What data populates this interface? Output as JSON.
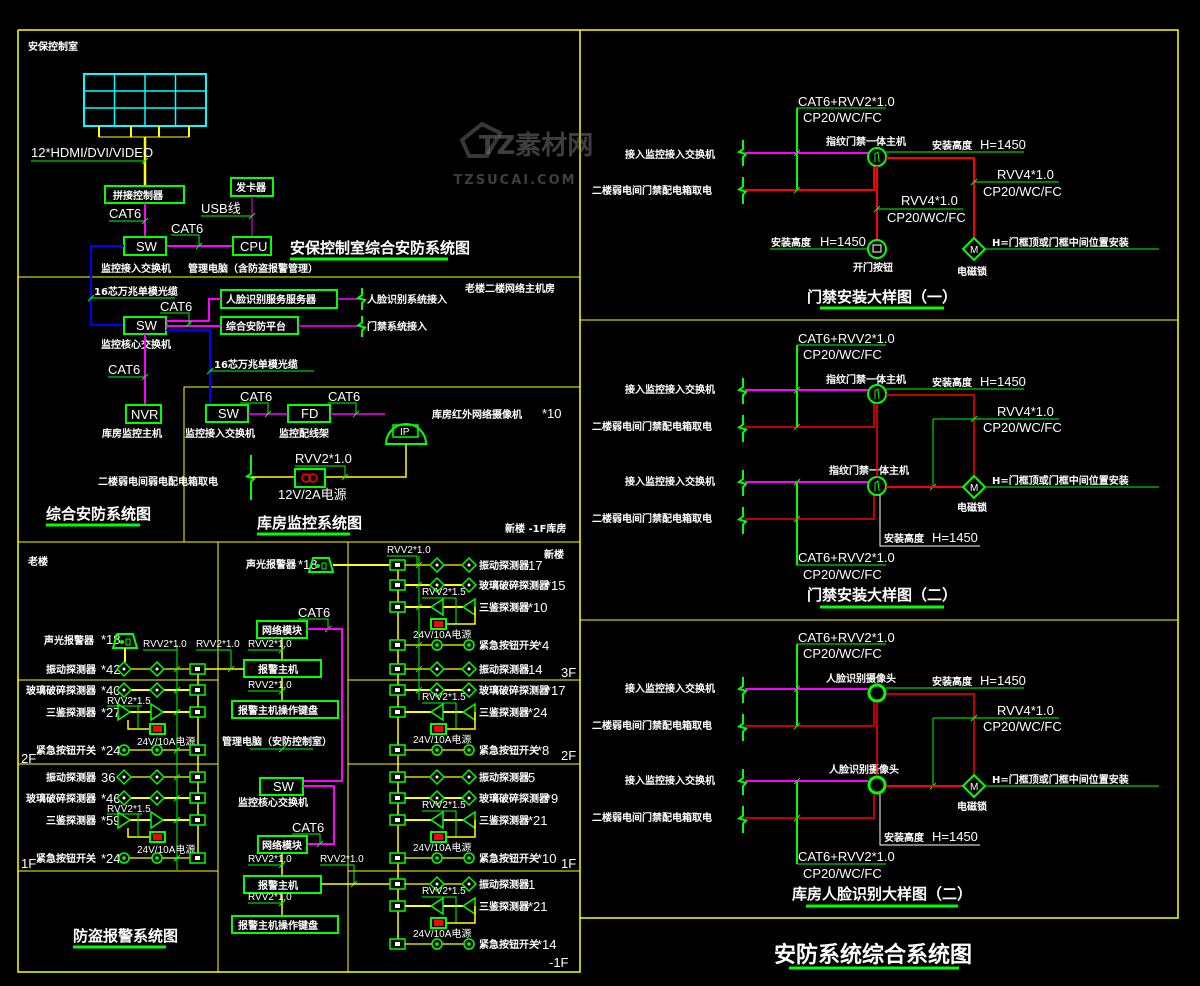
{
  "title": "安防系统综合系统图",
  "watermark": {
    "logo": "TZ素材网",
    "url": "TZSUCAI.COM"
  },
  "colors": {
    "frame": "#ffff00",
    "device": "#00ff00",
    "network": "#ff00ff",
    "power": "#ff0000",
    "fiber": "#0000ff",
    "video_wall": "#00ffff",
    "text": "#ffffff"
  },
  "control_room": {
    "room_label": "安保控制室",
    "video_cable": "12*HDMI/DVI/VIDEO",
    "splicer": "拼接控制器",
    "cat6_a": "CAT6",
    "cat6_b": "CAT6",
    "card_issuer": "发卡器",
    "usb": "USB线",
    "sw": "SW",
    "sw_caption": "监控接入交换机",
    "cpu": "CPU",
    "cpu_caption": "管理电脑（含防盗报警管理）",
    "title": "安保控制室综合安防系统图"
  },
  "integrated": {
    "fiber_a": "16芯万兆单模光缆",
    "fiber_b": "16芯万兆单模光缆",
    "core_sw": "SW",
    "core_caption": "监控核心交换机",
    "cat6_a": "CAT6",
    "cat6_b": "CAT6",
    "face_server": "人脸识别服务服务器",
    "platform": "综合安防平台",
    "face_access": "人脸识别系统接入",
    "door_access": "门禁系统接入",
    "room": "老楼二楼网络主机房",
    "nvr": "NVR",
    "nvr_caption": "库房监控主机",
    "power_source": "二楼弱电间弱电配电箱取电",
    "title": "综合安防系统图"
  },
  "warehouse": {
    "sw": "SW",
    "sw_caption": "监控接入交换机",
    "fd": "FD",
    "fd_caption": "监控配线架",
    "cat6_a": "CAT6",
    "cat6_b": "CAT6",
    "camera": "库房红外网络摄像机",
    "camera_count": "*10",
    "camera_tag": "IP",
    "cable": "RVV2*1.0",
    "psu": "12V/2A电源",
    "title": "库房监控系统图",
    "location": "新楼 -1F库房"
  },
  "alarm": {
    "title": "防盗报警系统图",
    "old_building": "老楼",
    "new_building": "新楼",
    "psu_label": "24V/10A电源",
    "pir_cable": "RVV2*1.5",
    "bus_cable": "RVV2*1.0",
    "old_siren": {
      "label": "声光报警器",
      "count": "*18"
    },
    "new_siren": {
      "label": "声光报警器",
      "count": "*18"
    },
    "old_floors": [
      "2F",
      "1F"
    ],
    "new_floors": [
      "3F",
      "2F",
      "1F",
      "-1F"
    ],
    "old_rows": [
      {
        "type": "vibration",
        "label": "振动探测器",
        "count": "*42"
      },
      {
        "type": "glass",
        "label": "玻璃破碎探测器",
        "count": "*40"
      },
      {
        "type": "pir",
        "label": "三鉴探测器",
        "count": "*27"
      },
      {
        "type": "button",
        "label": "紧急按钮开关",
        "count": "*24"
      },
      {
        "type": "vibration",
        "label": "振动探测器",
        "count": "36"
      },
      {
        "type": "glass",
        "label": "玻璃破碎探测器",
        "count": "*46"
      },
      {
        "type": "pir",
        "label": "三鉴探测器",
        "count": "*59"
      },
      {
        "type": "button",
        "label": "紧急按钮开关",
        "count": "*24"
      }
    ],
    "new_rows": [
      {
        "type": "vibration",
        "label": "振动探测器",
        "count": "17"
      },
      {
        "type": "glass",
        "label": "玻璃破碎探测器",
        "count": "*15"
      },
      {
        "type": "pir",
        "label": "三鉴探测器",
        "count": "*10"
      },
      {
        "type": "button",
        "label": "紧急按钮开关",
        "count": "*4"
      },
      {
        "type": "vibration",
        "label": "振动探测器",
        "count": "14"
      },
      {
        "type": "glass",
        "label": "玻璃破碎探测器",
        "count": "*17"
      },
      {
        "type": "pir",
        "label": "三鉴探测器",
        "count": "*24"
      },
      {
        "type": "button",
        "label": "紧急按钮开关",
        "count": "*8"
      },
      {
        "type": "vibration",
        "label": "振动探测器",
        "count": "5"
      },
      {
        "type": "glass",
        "label": "玻璃破碎探测器",
        "count": "*9"
      },
      {
        "type": "pir",
        "label": "三鉴探测器",
        "count": "*21"
      },
      {
        "type": "button",
        "label": "紧急按钮开关",
        "count": "*10"
      },
      {
        "type": "vibration",
        "label": "振动探测器",
        "count": "1"
      },
      {
        "type": "pir",
        "label": "三鉴探测器",
        "count": "*21"
      },
      {
        "type": "button",
        "label": "紧急按钮开关",
        "count": "*14"
      }
    ],
    "center": {
      "net_module": "网络模块",
      "host": "报警主机",
      "keypad": "报警主机操作键盘",
      "pc": "管理电脑（安防控制室）",
      "sw": "SW",
      "sw_caption": "监控核心交换机",
      "cat6": "CAT6"
    }
  },
  "details": [
    {
      "title": "门禁安装大样图（一）",
      "cable": "CAT6+RVV2*1.0",
      "conduit": "CP20/WC/FC",
      "switch_feed": "接入监控接入交换机",
      "power_feed": "二楼弱电间门禁配电箱取电",
      "device": "指纹门禁一体主机",
      "device_icon": "fingerprint-reader",
      "height_label": "安装高度",
      "height_value": "H=1450",
      "lock_cable": "RVV4*1.0",
      "lock_conduit": "CP20/WC/FC",
      "button_cable": "RVV4*1.0",
      "button_conduit": "CP20/WC/FC",
      "button": "开门按钮",
      "lock": "电磁锁",
      "lock_symbol": "M",
      "lock_note": "H=门框顶或门框中间位置安装"
    },
    {
      "title": "门禁安装大样图（二）",
      "cable": "CAT6+RVV2*1.0",
      "conduit": "CP20/WC/FC",
      "switch_feed": "接入监控接入交换机",
      "power_feed": "二楼弱电间门禁配电箱取电",
      "device": "指纹门禁一体主机",
      "device_icon": "fingerprint-reader",
      "height_label": "安装高度",
      "height_value": "H=1450",
      "lock_cable": "RVV4*1.0",
      "lock_conduit": "CP20/WC/FC",
      "lock": "电磁锁",
      "lock_symbol": "M",
      "lock_note": "H=门框顶或门框中间位置安装"
    },
    {
      "title": "库房人脸识别大样图（二）",
      "cable": "CAT6+RVV2*1.0",
      "conduit": "CP20/WC/FC",
      "switch_feed": "接入监控接入交换机",
      "power_feed": "二楼弱电间门禁配电箱取电",
      "device": "人脸识别摄像头",
      "device_icon": "face-recognition-camera",
      "height_label": "安装高度",
      "height_value": "H=1450",
      "lock_cable": "RVV4*1.0",
      "lock_conduit": "CP20/WC/FC",
      "lock": "电磁锁",
      "lock_symbol": "M",
      "lock_note": "H=门框顶或门框中间位置安装"
    }
  ]
}
